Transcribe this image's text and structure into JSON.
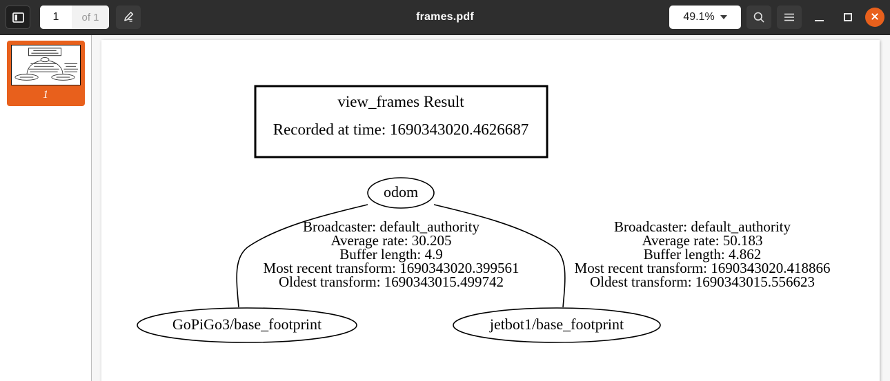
{
  "window": {
    "title": "frames.pdf"
  },
  "toolbar": {
    "sidebar_toggle_icon": "sidebar-panel-icon",
    "page_current": "1",
    "page_total": "of 1",
    "annotate_icon": "pen-edit-icon",
    "zoom_level": "49.1%",
    "zoom_caret_icon": "chevron-down-icon",
    "search_icon": "search-icon",
    "menu_icon": "hamburger-menu-icon",
    "minimize_icon": "minimize-icon",
    "maximize_icon": "maximize-icon",
    "close_icon": "close-icon",
    "accent_color": "#e8601c",
    "bar_color": "#2e2e2e"
  },
  "sidebar": {
    "thumbnails": [
      {
        "label": "1",
        "selected": true
      }
    ]
  },
  "document": {
    "header_box": {
      "title": "view_frames Result",
      "subtitle": "Recorded at time: 1690343020.4626687"
    },
    "nodes": [
      {
        "id": "odom",
        "label": "odom"
      },
      {
        "id": "gopigo3",
        "label": "GoPiGo3/base_footprint"
      },
      {
        "id": "jetbot1",
        "label": "jetbot1/base_footprint"
      }
    ],
    "edges": [
      {
        "from": "odom",
        "to": "gopigo3",
        "lines": [
          "Broadcaster: default_authority",
          "Average rate: 30.205",
          "Buffer length: 4.9",
          "Most recent transform: 1690343020.399561",
          "Oldest transform: 1690343015.499742"
        ]
      },
      {
        "from": "odom",
        "to": "jetbot1",
        "lines": [
          "Broadcaster: default_authority",
          "Average rate: 50.183",
          "Buffer length: 4.862",
          "Most recent transform: 1690343020.418866",
          "Oldest transform: 1690343015.556623"
        ]
      }
    ]
  }
}
